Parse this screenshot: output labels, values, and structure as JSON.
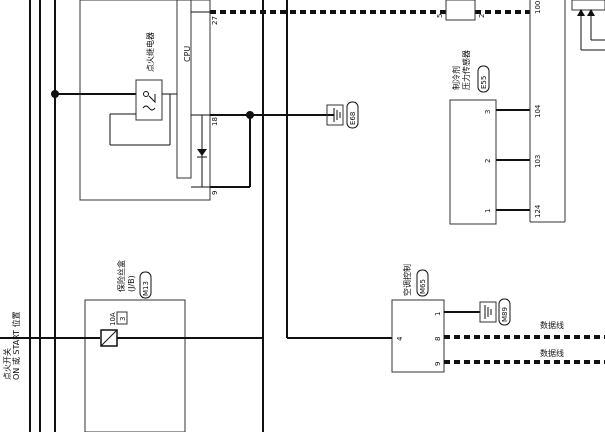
{
  "ignition_label": {
    "line1": "点火开关",
    "line2": "ON 或 START 位置"
  },
  "fuse_block": {
    "label": "保险丝盒",
    "sub": "(J/B)",
    "connector": "M13",
    "amp": "10A",
    "fuse_no": "3"
  },
  "ipdm": {
    "cpu_label": "CPU",
    "relay_label": "点火继电器",
    "pins": {
      "p27": "27",
      "p18": "18",
      "p9": "9"
    }
  },
  "ground_e68": "E68",
  "fuse_top": {
    "p5": "5",
    "p2": "2"
  },
  "refrigerant_sensor": {
    "line1": "制冷剂",
    "line2": "压力传感器",
    "connector": "E55",
    "pin3": "3",
    "pin2": "2",
    "pin1": "1"
  },
  "ecm_pins": {
    "p100": "100",
    "p104": "104",
    "p103": "103",
    "p124": "124"
  },
  "ac_control": {
    "label": "空调控制",
    "connector": "M65",
    "pin4": "4",
    "pin1": "1",
    "pin8": "8",
    "pin9": "9"
  },
  "ground_m89": "M89",
  "data_line_1": "数据线",
  "data_line_2": "数据线"
}
